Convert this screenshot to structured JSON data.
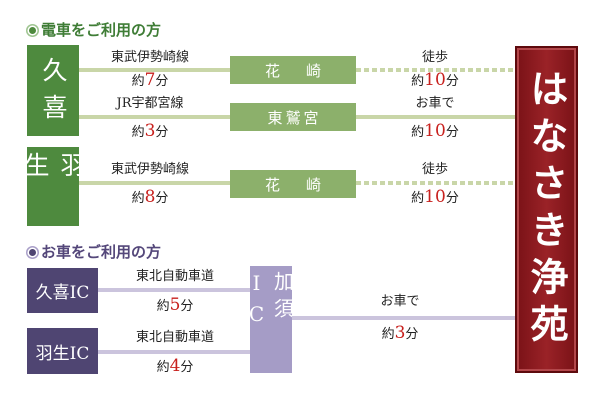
{
  "colors": {
    "train_header": "#3f7d36",
    "train_accent": "#4e8a3e",
    "station_box": "#8cb06b",
    "train_line": "#c9d6a8",
    "car_header": "#54477a",
    "car_accent": "#4f4572",
    "ic_box": "#a59cc6",
    "car_line": "#cbc4dd",
    "destination": "#8c1b1f",
    "time_highlight": "#c8201d"
  },
  "icons": {
    "section_bullet": "circle-bullet-icon"
  },
  "train_section": {
    "header": "電車をご利用の方",
    "origins": [
      "久喜",
      "羽生"
    ],
    "routes": [
      {
        "line": "東武伊勢崎線",
        "time": {
          "prefix": "約",
          "value": "7",
          "suffix": "分"
        },
        "station": "花崎",
        "leg": {
          "mode": "徒歩",
          "time": {
            "prefix": "約",
            "value": "10",
            "suffix": "分"
          }
        }
      },
      {
        "line": "JR宇都宮線",
        "time": {
          "prefix": "約",
          "value": "3",
          "suffix": "分"
        },
        "station": "東鷲宮",
        "leg": {
          "mode": "お車で",
          "time": {
            "prefix": "約",
            "value": "10",
            "suffix": "分"
          }
        }
      },
      {
        "line": "東武伊勢崎線",
        "time": {
          "prefix": "約",
          "value": "8",
          "suffix": "分"
        },
        "station": "花崎",
        "leg": {
          "mode": "徒歩",
          "time": {
            "prefix": "約",
            "value": "10",
            "suffix": "分"
          }
        }
      }
    ]
  },
  "car_section": {
    "header": "お車をご利用の方",
    "routes": [
      {
        "origin": "久喜IC",
        "road": "東北自動車道",
        "time": {
          "prefix": "約",
          "value": "5",
          "suffix": "分"
        }
      },
      {
        "origin": "羽生IC",
        "road": "東北自動車道",
        "time": {
          "prefix": "約",
          "value": "4",
          "suffix": "分"
        }
      }
    ],
    "interchange": "加須IC",
    "leg": {
      "mode": "お車で",
      "time": {
        "prefix": "約",
        "value": "3",
        "suffix": "分"
      }
    }
  },
  "destination": "はなさき浄苑"
}
